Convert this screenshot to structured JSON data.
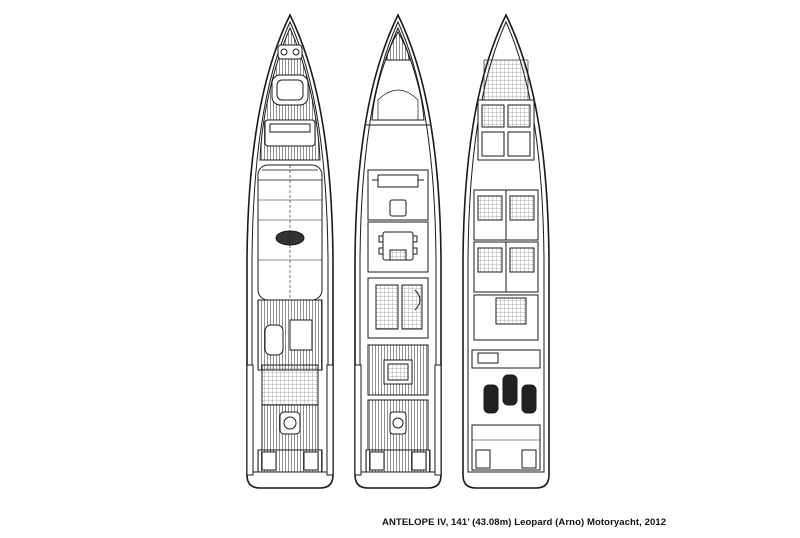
{
  "caption": "ANTELOPE IV, 141’ (43.08m) Leopard (Arno) Motoryacht, 2012",
  "plans": [
    {
      "id": "sun-deck"
    },
    {
      "id": "main-deck"
    },
    {
      "id": "lower-deck"
    }
  ],
  "colors": {
    "line": "#1a1a1a",
    "teak": "#7a7a7a",
    "paper": "#ffffff"
  }
}
